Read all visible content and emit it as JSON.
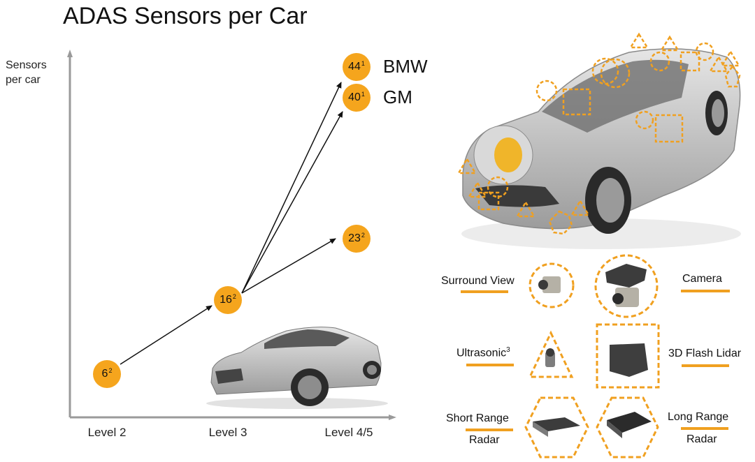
{
  "title": "ADAS Sensors per Car",
  "y_axis_label": [
    "Sensors",
    "per car"
  ],
  "levels": [
    "Level 2",
    "Level 3",
    "Level 4/5"
  ],
  "points": [
    {
      "id": "l2",
      "value": "6",
      "sup": "2"
    },
    {
      "id": "l3",
      "value": "16",
      "sup": "2"
    },
    {
      "id": "l45-low",
      "value": "23",
      "sup": "2"
    },
    {
      "id": "gm",
      "value": "40",
      "sup": "1",
      "brand": "GM"
    },
    {
      "id": "bmw",
      "value": "44",
      "sup": "1",
      "brand": "BMW"
    }
  ],
  "sensors": {
    "surround_view": "Surround View",
    "camera": "Camera",
    "ultrasonic": "Ultrasonic",
    "ultrasonic_sup": "3",
    "lidar": "3D Flash Lidar",
    "short_range": [
      "Short Range",
      "Radar"
    ],
    "long_range": [
      "Long Range",
      "Radar"
    ]
  },
  "colors": {
    "accent": "#f5a51d",
    "axis": "#9a9a9a",
    "car": "#b8b8b8"
  }
}
